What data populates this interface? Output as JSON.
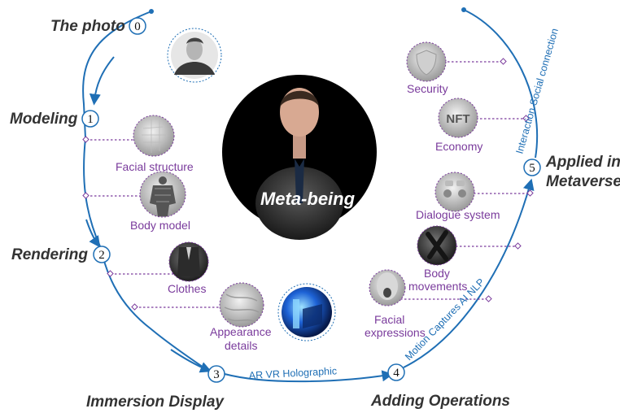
{
  "center": {
    "label": "Meta-being"
  },
  "stages": [
    {
      "num": "0",
      "title": "The photo"
    },
    {
      "num": "1",
      "title": "Modeling"
    },
    {
      "num": "2",
      "title": "Rendering"
    },
    {
      "num": "3",
      "title": "Immersion  Display"
    },
    {
      "num": "4",
      "title": "Adding Operations"
    },
    {
      "num": "5",
      "title": "Applied in",
      "title2": "Metaverse"
    }
  ],
  "items": {
    "facial_structure": "Facial structure",
    "body_model": "Body model",
    "clothes": "Clothes",
    "appearance_line1": "Appearance",
    "appearance_line2": "details",
    "security": "Security",
    "economy": "Economy",
    "dialogue": "Dialogue system",
    "body_movements_line1": "Body",
    "body_movements_line2": "movements",
    "facial_expr_line1": "Facial",
    "facial_expr_line2": "expressions"
  },
  "tech": {
    "display": "AR  VR  Holographic",
    "operations": "Motion Captures  AI  NLP",
    "metaverse": "Interaction  Social connection"
  },
  "icons": {
    "nft_text": "NFT"
  },
  "colors": {
    "arc": "#1f6fb5",
    "item": "#7a3b9c",
    "title": "#333333"
  }
}
